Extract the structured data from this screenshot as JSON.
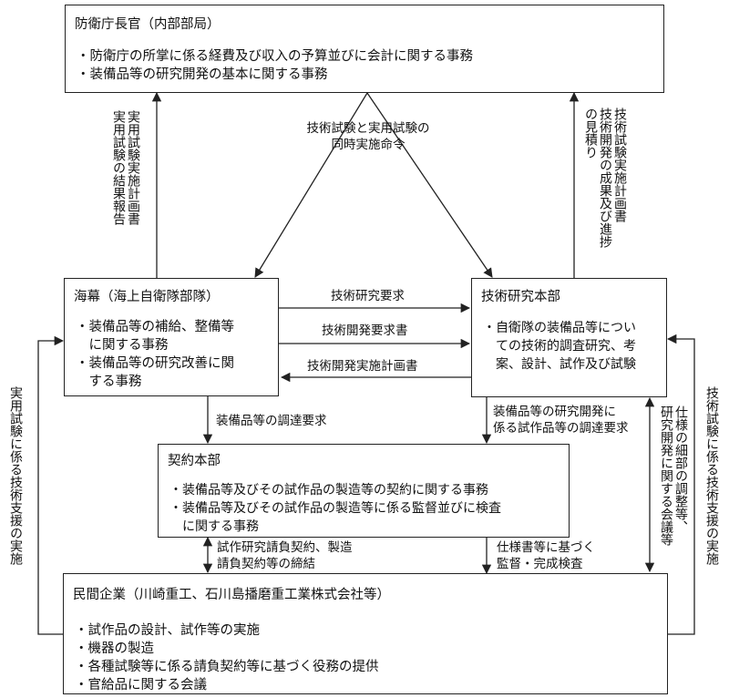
{
  "boxes": {
    "director": {
      "title": "防衛庁長官（内部部局）",
      "items": [
        "・防衛庁の所掌に係る経費及び収入の予算並びに会計に関する事務",
        "・装備品等の研究開発の基本に関する事務"
      ]
    },
    "maritime": {
      "title": "海幕（海上自衛隊部隊）",
      "items": [
        "・装備品等の補給、整備等",
        "　に関する事務",
        "・装備品等の研究改善に関",
        "　する事務"
      ]
    },
    "trdi": {
      "title": "技術研究本部",
      "items": [
        "・自衛隊の装備品等につい",
        "　ての技術的調査研究、考",
        "　案、設計、試作及び試験"
      ]
    },
    "contract": {
      "title": "契約本部",
      "items": [
        "・装備品等及びその試作品の製造等の契約に関する事務",
        "・装備品等及びその試作品の製造等に係る監督並びに検査",
        "　に関する事務"
      ]
    },
    "private": {
      "title": "民間企業（川崎重工、石川島播磨重工業株式会社等）",
      "items": [
        "・試作品の設計、試作等の実施",
        "・機器の製造",
        "・各種試験等に係る請負契約等に基づく役務の提供",
        "・官給品に関する会議"
      ]
    }
  },
  "labels": {
    "simultaneous_order": [
      "技術試験と実用試験の",
      "同時実施命令"
    ],
    "tech_research_request": "技術研究要求",
    "tech_dev_request_doc": "技術開発要求書",
    "tech_dev_plan_doc": "技術開発実施計画書",
    "procurement_request": "装備品等の調達要求",
    "prototype_procurement_request": [
      "装備品等の研究開発に",
      "係る試作品等の調達要求"
    ],
    "contract_conclusion": [
      "試作研究請負契約、製造",
      "請負契約等の締結"
    ],
    "supervision_inspection": [
      "仕様書等に基づく",
      "監督・完成検査"
    ]
  },
  "vertical_labels": {
    "practical_test_plan_results": [
      "実用試験実施計画書",
      "実用試験の結果報告"
    ],
    "tech_test_plan_estimate": [
      "技術試験実施計画書",
      "技術開発の成果及び進捗",
      "の見積り"
    ],
    "spec_adjustment_meeting": [
      "仕様の細部の調整等、",
      "研究開発に関する会議等"
    ],
    "practical_test_support": "実用試験に係る技術支援の実施",
    "tech_test_support": "技術試験に係る技術支援の実施"
  }
}
